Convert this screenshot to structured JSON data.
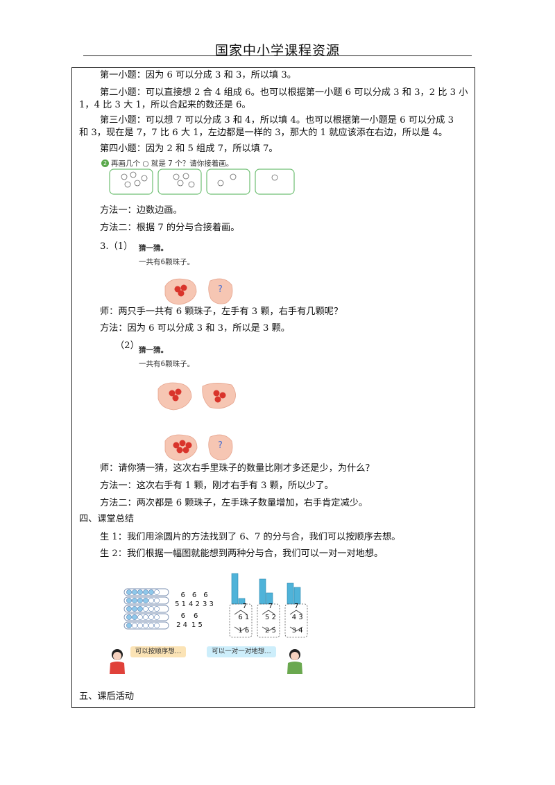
{
  "header": {
    "title": "国家中小学课程资源"
  },
  "paragraphs": {
    "q1": "第一小题：因为 6 可以分成 3 和 3，所以填 3。",
    "q2_line1": "第二小题：可以直接想 2 合 4 组成 6。也可以根据第一小题 6 可以分成 3 和 3，2 比 3 小",
    "q2_line2": "1，4 比 3 大 1，所以合起来的数还是 6。",
    "q3_line1": "第三小题：可以想 7 可以分成 3 和 4，所以填 4。也可以根据第一小题是 6 可以分成 3",
    "q3_line2": "和 3，现在是 7，7 比 6 大 1，左边都是一样的 3，那大的 1 就应该添在右边，所以是 4。",
    "q4": "第四小题：因为 2 和 5 组成 7，所以填 7。",
    "method_a1": "方法一：边数边画。",
    "method_a2": "方法二：根据 7 的分与合接着画。",
    "sec3_num": "3.（1）",
    "teacher_q1": "师：两只手一共有 6 颗珠子，左手有 3 颗，右手有几颗呢？",
    "method_b": "方法：因为 6 可以分成 3 和 3，所以是 3 颗。",
    "sec3_num2": "（2）",
    "teacher_q2": "师：请你猜一猜，这次右手里珠子的数量比刚才多还是少，为什么？",
    "method_c1": "方法一：这次右手有 1 颗，刚才右手有 3 颗，所以少了。",
    "method_c2": "方法二：两次都是 6 颗珠子，左手珠子数量增加，右手肯定减少。",
    "sec4": "四、课堂总结",
    "student1": "生 1：我们用涂圆片的方法找到了 6、7 的分与合，我们可以按顺序去想。",
    "student2": "生 2：我们根据一幅图就能想到两种分与合，我们可以一对一对地想。",
    "sec5": "五、课后活动"
  },
  "figures": {
    "draw_prompt": "再画几个 ○ 就是 7 个？请你接着画。",
    "badge_num": "2",
    "guess_title": "猜一猜。",
    "total_beads": "一共有6颗珠子。",
    "question_mark": "?",
    "bubble_left": "可以按顺序想…",
    "bubble_right": "可以一对一对地想…",
    "split_six_top": [
      "6",
      "6",
      "6"
    ],
    "split_six_pairs": [
      "5 1",
      "4 2",
      "3 3"
    ],
    "split_six_bottom": [
      "6",
      "6"
    ],
    "split_six_pairs2": [
      "2 4",
      "1 5"
    ],
    "tree_tops": [
      "7",
      "7",
      "7"
    ],
    "tree_pairs_top": [
      "6 1",
      "5 2",
      "4 3"
    ],
    "tree_pairs_bottom": [
      "1 6",
      "2 5",
      "3 4"
    ]
  },
  "colors": {
    "bead_red": "#d9342b",
    "hand_skin": "#f6c6b3",
    "green_frame": "#6fbf73",
    "blue_cube": "#4fb3d9",
    "bubble_left_bg": "#fbe3b5",
    "bubble_right_bg": "#cdeefb"
  }
}
